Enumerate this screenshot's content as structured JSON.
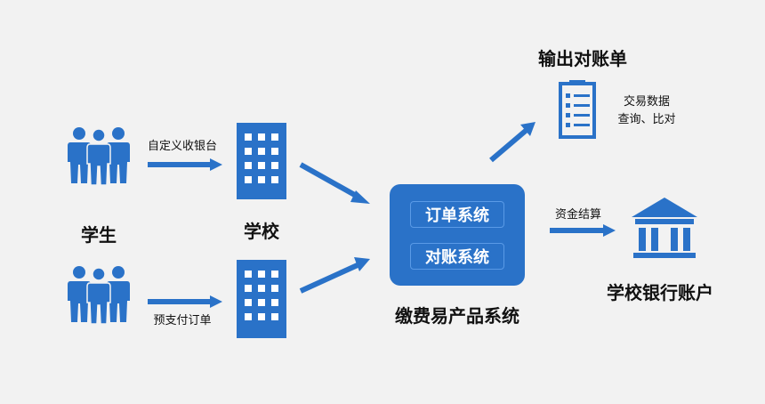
{
  "nodes": {
    "student": {
      "label": "学生"
    },
    "school": {
      "label": "学校"
    },
    "payment_system": {
      "label": "缴费易产品系统",
      "modules": [
        "订单系统",
        "对账系统"
      ]
    },
    "statement": {
      "label": "输出对账单",
      "note_line1": "交易数据",
      "note_line2": "查询、比对"
    },
    "school_account": {
      "label": "学校银行账户"
    }
  },
  "edges": {
    "custom_charge": "自定义收银台",
    "prepay_order": "预支付订单",
    "settlement": "资金结算"
  },
  "colors": {
    "primary": "#2a72c8",
    "background": "#f2f2f2"
  },
  "icons": [
    "people-icon",
    "building-icon",
    "checklist-icon",
    "bank-icon",
    "arrow-icon"
  ]
}
